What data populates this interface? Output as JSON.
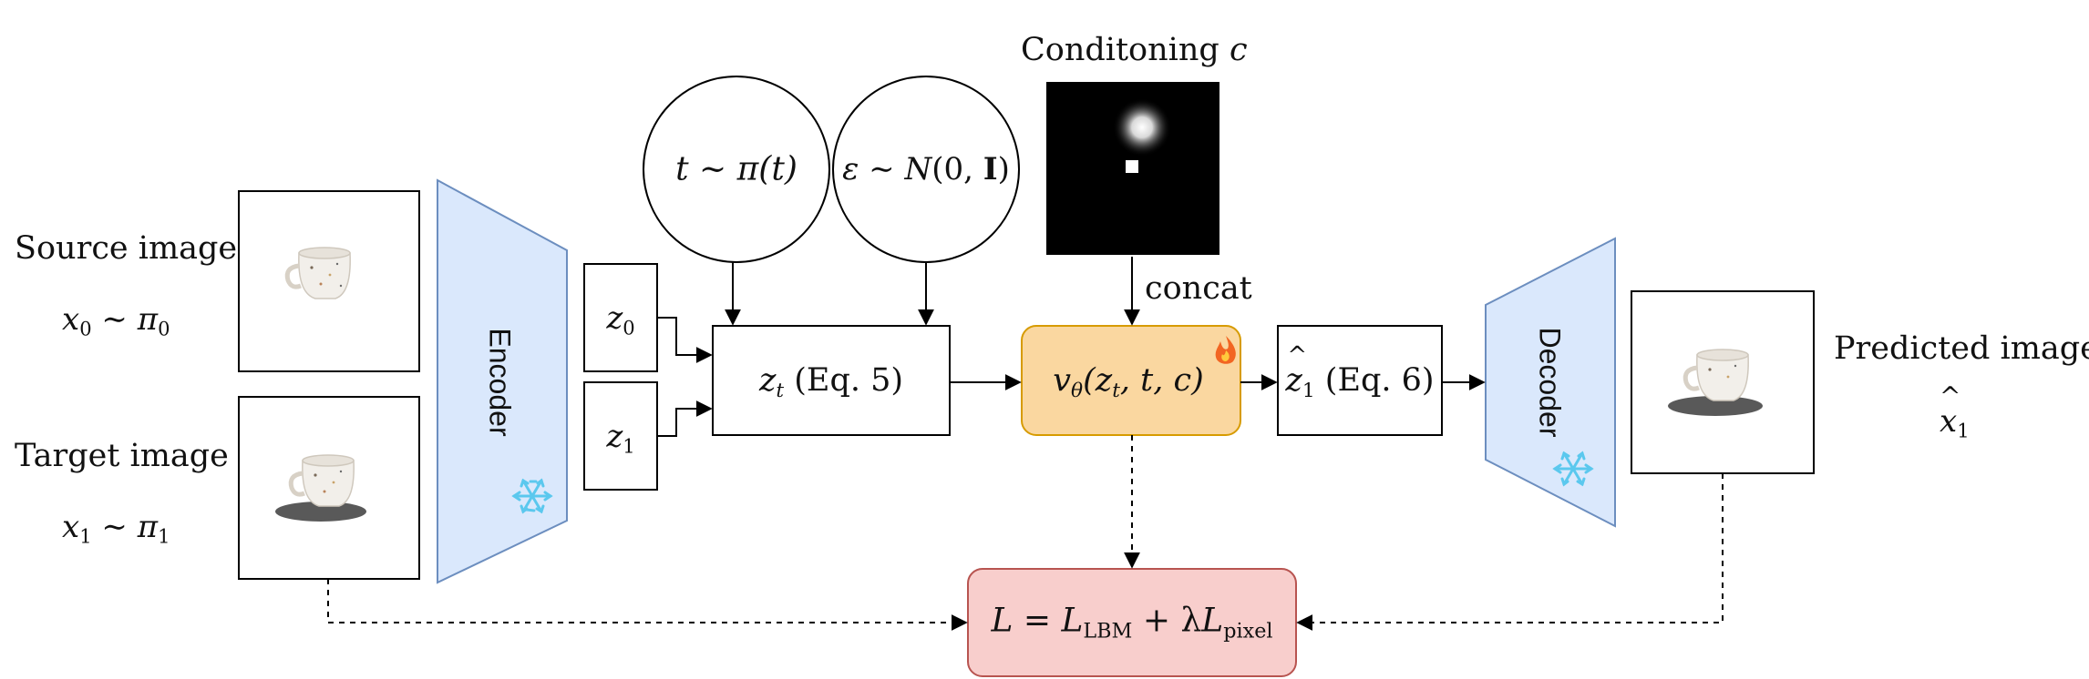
{
  "labels": {
    "source_image": "Source image",
    "target_image": "Target image",
    "predicted_image": "Predicted image",
    "conditioning": "Conditoning",
    "conditioning_var": "c",
    "concat": "concat",
    "encoder": "Encoder",
    "decoder": "Decoder"
  },
  "math": {
    "x0_dist": {
      "var": "x",
      "sub": "0",
      "rel": "∼",
      "dist": "π",
      "dist_sub": "0"
    },
    "x1_dist": {
      "var": "x",
      "sub": "1",
      "rel": "∼",
      "dist": "π",
      "dist_sub": "1"
    },
    "x1_hat": {
      "var": "x",
      "sub": "1",
      "accent": "^"
    },
    "t_sample": "t ∼ π(t)",
    "eps_sample": {
      "eps": "ε",
      "rel": "∼",
      "dist": "N",
      "args": "(0, ",
      "identity": "I",
      "close": ")"
    },
    "z0": {
      "var": "z",
      "sub": "0"
    },
    "z1": {
      "var": "z",
      "sub": "1"
    },
    "zt_box": {
      "var": "z",
      "sub": "t",
      "eq": "(Eq. 5)"
    },
    "model_box": {
      "var": "v",
      "sub": "θ",
      "args": "(z",
      "args_sub": "t",
      "rest": ", t, c)"
    },
    "z1hat_box": {
      "var": "z",
      "sub": "1",
      "accent": "^",
      "eq": "(Eq. 6)"
    },
    "loss": {
      "L": "L",
      "eq": " = ",
      "sub1": "LBM",
      "plus": " + λ",
      "sub2": "pixel"
    }
  },
  "icons": {
    "encoder_frozen": "snowflake-icon",
    "decoder_frozen": "snowflake-icon",
    "model_trainable": "fire-icon"
  },
  "colors": {
    "encoder_fill": "#dae8fc",
    "encoder_stroke": "#6c8ebf",
    "model_fill": "#fad7a0",
    "model_stroke": "#d79b00",
    "loss_fill": "#f8cecc",
    "loss_stroke": "#b85450",
    "snowflake": "#5bc8ee",
    "fire": "#f26522"
  }
}
